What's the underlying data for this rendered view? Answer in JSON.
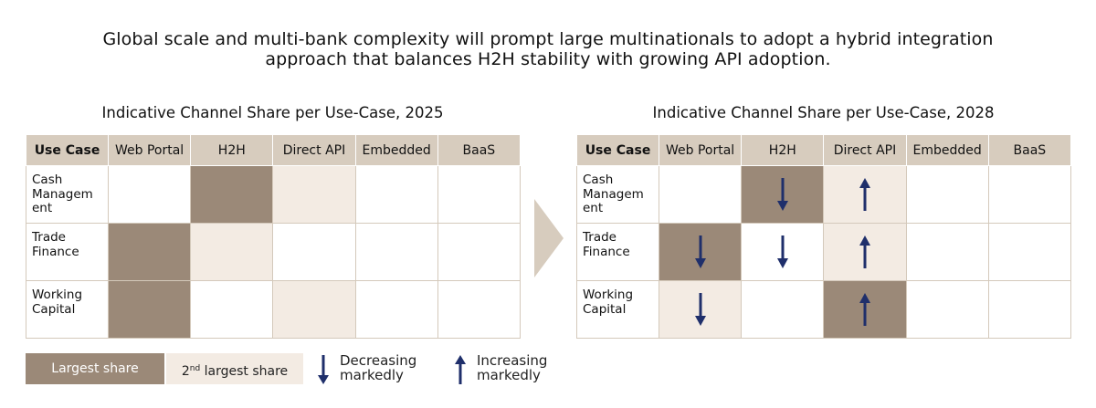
{
  "headline": {
    "line1": "Global scale and multi-bank complexity will prompt large multinationals to adopt a hybrid integration",
    "line2": "approach that balances H2H stability with growing API adoption."
  },
  "columns": [
    "Use Case",
    "Web Portal",
    "H2H",
    "Direct API",
    "Embedded",
    "BaaS"
  ],
  "rows": [
    {
      "label_lines": [
        "Cash",
        "Managem",
        "ent"
      ]
    },
    {
      "label_lines": [
        "Trade",
        "Finance"
      ]
    },
    {
      "label_lines": [
        "Working",
        "Capital"
      ]
    }
  ],
  "panels": [
    {
      "title": "Indicative Channel Share per Use-Case, 2025",
      "cells": [
        [
          "none",
          "largest",
          "second",
          "none",
          "none"
        ],
        [
          "largest",
          "second",
          "none",
          "none",
          "none"
        ],
        [
          "largest",
          "none",
          "second",
          "none",
          "none"
        ]
      ],
      "arrows": [
        [
          "",
          "",
          "",
          "",
          ""
        ],
        [
          "",
          "",
          "",
          "",
          ""
        ],
        [
          "",
          "",
          "",
          "",
          ""
        ]
      ]
    },
    {
      "title": "Indicative Channel Share per Use-Case, 2028",
      "cells": [
        [
          "none",
          "largest",
          "second",
          "none",
          "none"
        ],
        [
          "largest",
          "none",
          "second",
          "none",
          "none"
        ],
        [
          "second",
          "none",
          "largest",
          "none",
          "none"
        ]
      ],
      "arrows": [
        [
          "",
          "down",
          "up",
          "",
          ""
        ],
        [
          "down",
          "down",
          "up",
          "",
          ""
        ],
        [
          "down",
          "",
          "up",
          "",
          ""
        ]
      ]
    }
  ],
  "legend": {
    "largest": "Largest share",
    "second_sup": "nd",
    "second_prefix": "2",
    "second_suffix": " largest share",
    "decreasing": [
      "Decreasing",
      "markedly"
    ],
    "increasing": [
      "Increasing",
      "markedly"
    ]
  },
  "colors": {
    "largest": "#9b8978",
    "second": "#f3ebe3",
    "header": "#d7ccbe",
    "arrow": "#1f2f6b",
    "chevron": "#d7ccbe"
  },
  "icons": {
    "down": "arrow-down-icon",
    "up": "arrow-up-icon",
    "transition": "chevron-right-icon"
  }
}
